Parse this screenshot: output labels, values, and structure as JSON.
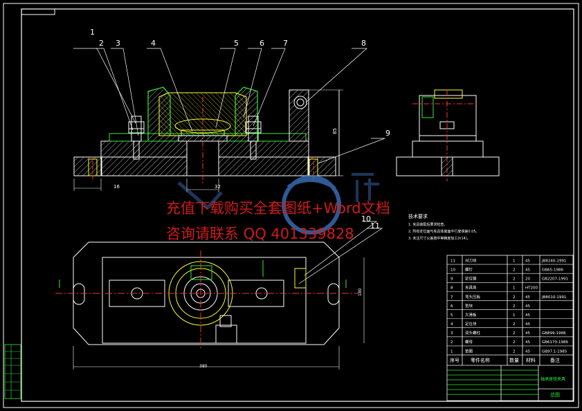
{
  "drawing": {
    "part_callouts": [
      "1",
      "2",
      "3",
      "4",
      "5",
      "6",
      "7",
      "8",
      "9",
      "10",
      "11"
    ],
    "dimensions": {
      "front_height": "85",
      "front_left": "16",
      "front_mid": "32",
      "plan_width": "380",
      "plan_height": "180"
    },
    "tech_requirements": {
      "title": "技术要求",
      "lines": [
        "1. 夹具装配后要求检查。",
        "2. 所有定位面与夹具体底面平行度误差0.05。",
        "3. 未注尺寸公差按中等精度加工(h14)。"
      ]
    }
  },
  "watermark": {
    "line1": "充值下载购买全套图纸+Word文档",
    "line2": "咨询请联系 QQ 401339828"
  },
  "bom": {
    "rows": [
      {
        "no": "11",
        "name": "对刀块",
        "qty": "1",
        "material": "45",
        "std": "JB8240-1991"
      },
      {
        "no": "10",
        "name": "螺钉",
        "qty": "2",
        "material": "45",
        "std": "GB65-1986"
      },
      {
        "no": "9",
        "name": "定位键",
        "qty": "2",
        "material": "20",
        "std": "GB2207-1991"
      },
      {
        "no": "8",
        "name": "夹具体",
        "qty": "1",
        "material": "HT200",
        "std": ""
      },
      {
        "no": "7",
        "name": "弯头压板",
        "qty": "2",
        "material": "45",
        "std": "JB8010-1991"
      },
      {
        "no": "6",
        "name": "垫块",
        "qty": "2",
        "material": "45",
        "std": ""
      },
      {
        "no": "5",
        "name": "大滑板",
        "qty": "1",
        "material": "45",
        "std": ""
      },
      {
        "no": "4",
        "name": "定位块",
        "qty": "2",
        "material": "45",
        "std": ""
      },
      {
        "no": "3",
        "name": "双头螺柱",
        "qty": "2",
        "material": "45",
        "std": "GB899-1988"
      },
      {
        "no": "2",
        "name": "螺母",
        "qty": "2",
        "material": "45",
        "std": "GB6170-1986"
      },
      {
        "no": "1",
        "name": "垫圈",
        "qty": "2",
        "material": "45",
        "std": "GB97.1-1985"
      }
    ],
    "headers": {
      "no": "序号",
      "name": "零件名称",
      "qty": "数量",
      "material": "材料",
      "std": "备注"
    }
  },
  "title_block": {
    "title": "轴承座铣夹具",
    "subtitle": "总图"
  },
  "colors": {
    "outline": "#ffffff",
    "hatch": "#ffffff",
    "centerline": "#ff3030",
    "green": "#33ee33",
    "yellow": "#ffff33",
    "watermark": "#d11a1a",
    "logo": "#3f79c8"
  }
}
